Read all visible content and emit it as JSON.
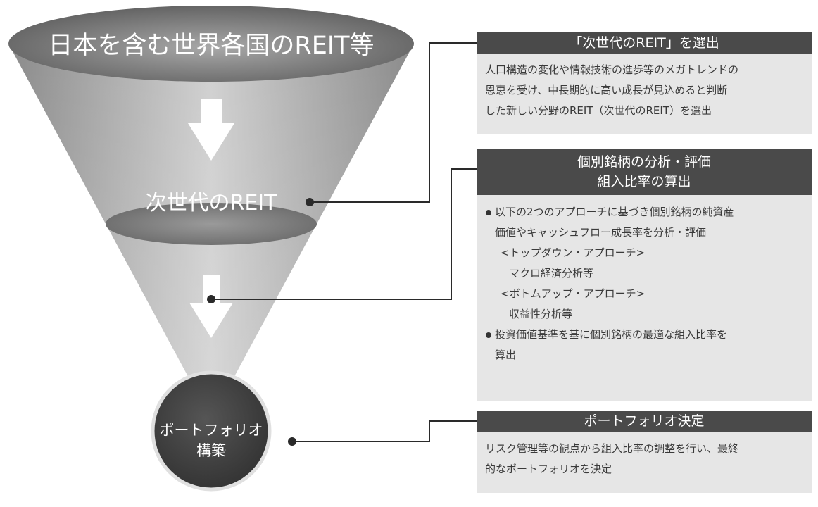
{
  "funnel": {
    "top_label": "日本を含む世界各国のREIT等",
    "middle_label": "次世代のREIT",
    "bottom_circle_lines": [
      "ポートフォリオ",
      "構築"
    ]
  },
  "panels": {
    "selection": {
      "header": "「次世代のREIT」を選出",
      "lines": [
        "人口構造の変化や情報技術の進歩等のメガトレンドの",
        "恩恵を受け、中長期的に高い成長が見込めると判断",
        "した新しい分野のREIT（次世代のREIT）を選出"
      ]
    },
    "analysis": {
      "header_lines": [
        "個別銘柄の分析・評価",
        "組入比率の算出"
      ],
      "bullet1_lines": [
        "以下の2つのアプローチに基づき個別銘柄の純資産",
        "価値やキャッシュフロー成長率を分析・評価"
      ],
      "topdown_title": "<トップダウン・アプローチ>",
      "topdown_item": "マクロ経済分析等",
      "bottomup_title": "<ボトムアップ・アプローチ>",
      "bottomup_item": "収益性分析等",
      "bullet2_lines": [
        "投資価値基準を基に個別銘柄の最適な組入比率を",
        "算出"
      ]
    },
    "portfolio": {
      "header": "ポートフォリオ決定",
      "lines": [
        "リスク管理等の観点から組入比率の調整を行い、最終",
        "的なポートフォリオを決定"
      ]
    }
  },
  "colors": {
    "panel_header": "#4a4a4a",
    "panel_body": "#e6e6e6",
    "funnel_dark": "#6f6f6f",
    "funnel_light": "#d4d4d4",
    "circle": "#3f3f3f",
    "connector": "#2a2a2a"
  }
}
